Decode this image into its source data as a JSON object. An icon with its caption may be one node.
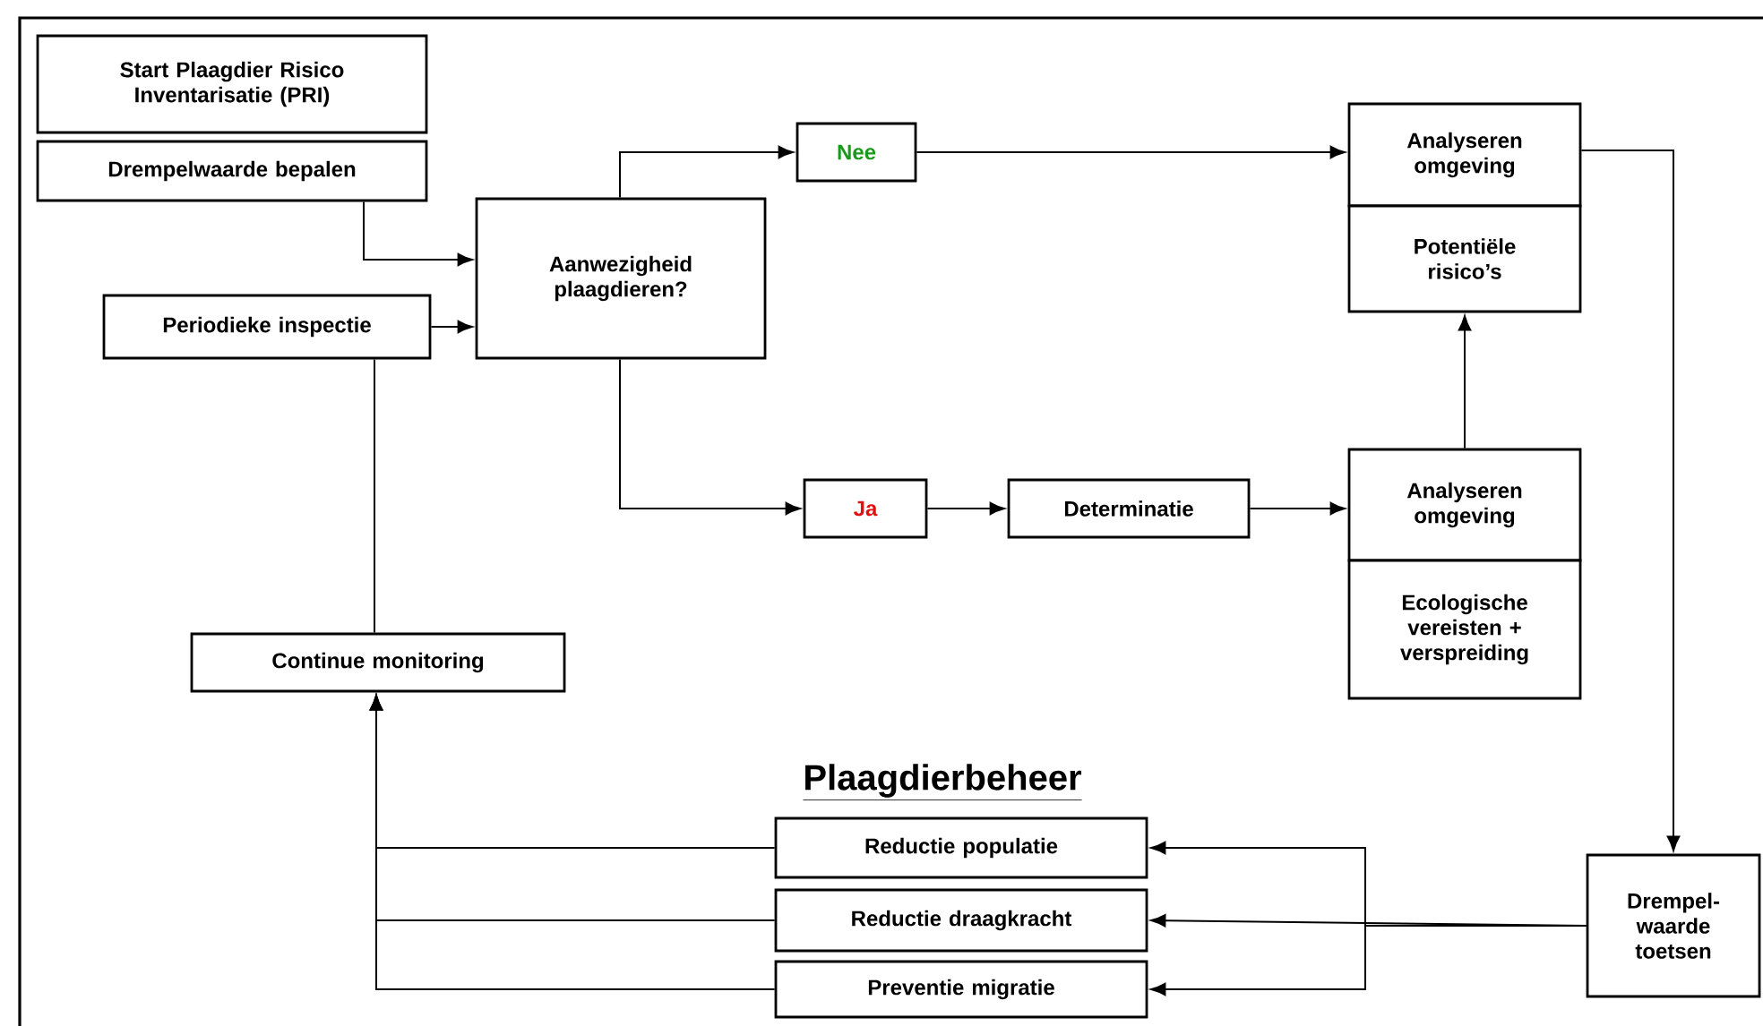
{
  "diagram": {
    "nodes": [
      {
        "text": [
          "Start Plaagdier Risico Inventarisatie (PRI)"
        ]
      },
      {
        "text": [
          "Drempelwaarde bepalen"
        ]
      },
      {
        "text": [
          "Aanwezigheid plaagdieren?"
        ]
      },
      {
        "text": [
          "Periodieke inspectie"
        ]
      },
      {
        "text": [
          "Nee"
        ]
      },
      {
        "text": [
          "Ja"
        ]
      },
      {
        "text": [
          "Determinatie"
        ]
      },
      {
        "text": [
          "Analyseren omgeving"
        ]
      },
      {
        "text": [
          "Potentiële risico’s"
        ]
      },
      {
        "text": [
          "Analyseren omgeving"
        ]
      },
      {
        "text": [
          "Ecologische vereisten + verspreiding"
        ]
      },
      {
        "text": [
          "Continue monitoring"
        ]
      },
      {
        "text": [
          "Reductie populatie"
        ]
      },
      {
        "text": [
          "Reductie draagkracht"
        ]
      },
      {
        "text": [
          "Preventie migratie"
        ]
      },
      {
        "text": [
          "Drempel- waarde toetsen"
        ]
      }
    ],
    "edges": [
      {
        "from": 1,
        "to": 2,
        "arrow": "to"
      },
      {
        "from": 3,
        "to": 2,
        "arrow": "to"
      },
      {
        "from": 2,
        "to": 4,
        "arrow": "to"
      },
      {
        "from": 2,
        "to": 5,
        "arrow": "to"
      },
      {
        "from": 4,
        "to": 7,
        "arrow": "to"
      },
      {
        "from": 5,
        "to": 6,
        "arrow": "to"
      },
      {
        "from": 6,
        "to": 9,
        "arrow": "to"
      },
      {
        "from": 9,
        "to": 8,
        "arrow": "to"
      },
      {
        "from": 7,
        "to": 15,
        "arrow": "to"
      },
      {
        "from": 15,
        "to": 12,
        "arrow": "to"
      },
      {
        "from": 15,
        "to": 13,
        "arrow": "to"
      },
      {
        "from": 15,
        "to": 14,
        "arrow": "to"
      },
      {
        "from": 12,
        "to": 11,
        "arrow": "to"
      },
      {
        "from": 13,
        "to": 11,
        "arrow": "to"
      },
      {
        "from": 14,
        "to": 11,
        "arrow": "to"
      },
      {
        "from": 3,
        "to": 11,
        "arrow": "none"
      }
    ],
    "labels": [
      "Plaagdierbeheer"
    ]
  }
}
